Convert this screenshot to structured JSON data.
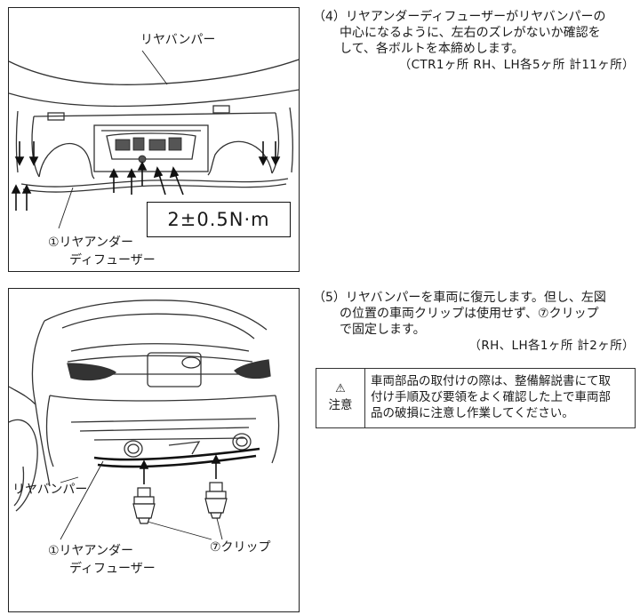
{
  "figure1": {
    "label_bumper": "リヤバンパー",
    "label_diffuser_line1": "①リヤアンダー",
    "label_diffuser_line2": "ディフューザー",
    "torque": "2±0.5N·m"
  },
  "step4": {
    "line1": "（4）リヤアンダーディフューザーがリヤバンパーの",
    "line2": "中心になるように、左右のズレがないか確認を",
    "line3": "して、各ボルトを本締めします。",
    "line4": "（CTR1ヶ所 RH、LH各5ヶ所 計11ヶ所）"
  },
  "figure2": {
    "label_bumper": "リヤバンパー",
    "label_diffuser_line1": "①リヤアンダー",
    "label_diffuser_line2": "ディフューザー",
    "label_clip": "⑦クリップ"
  },
  "step5": {
    "line1": "（5）リヤバンパーを車両に復元します。但し、左図",
    "line2": "の位置の車両クリップは使用せず、⑦クリップ",
    "line3": "で固定します。",
    "line4": "（RH、LH各1ヶ所 計2ヶ所）"
  },
  "caution": {
    "icon": "warning-triangle-icon",
    "heading": "注意",
    "line1": "車両部品の取付けの際は、整備解説書にて取",
    "line2": "付け手順及び要領をよく確認した上で車両部",
    "line3": "品の破損に注意し作業してください。"
  }
}
